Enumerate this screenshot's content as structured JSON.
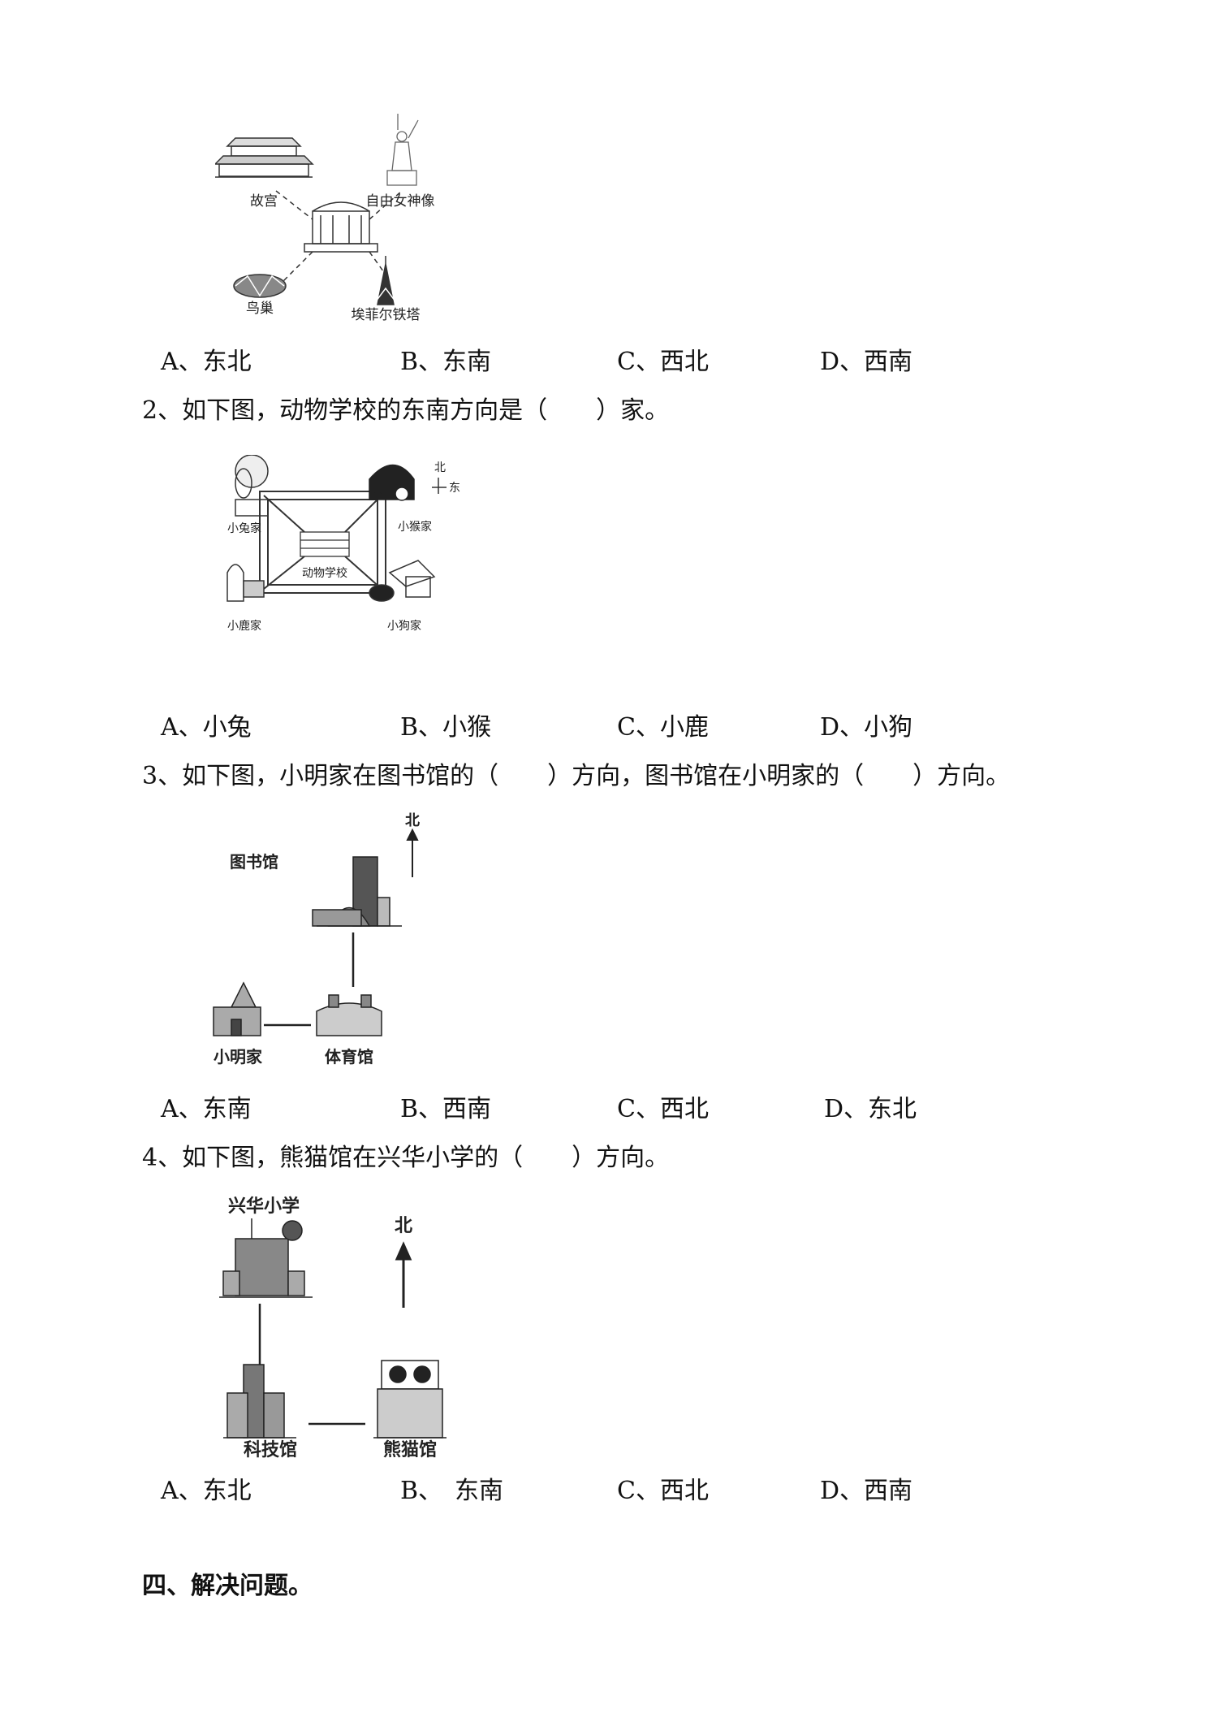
{
  "q1": {
    "figure": {
      "labels": [
        "故宫",
        "自由女神像",
        "鸟巢",
        "埃菲尔铁塔"
      ]
    },
    "options": [
      "A、东北",
      "B、东南",
      "C、西北",
      "D、西南"
    ]
  },
  "q2": {
    "question": "2、如下图，动物学校的东南方向是（　　）家。",
    "figure": {
      "compass_north": "北",
      "compass_east": "东",
      "labels": [
        "小兔家",
        "小猴家",
        "动物学校",
        "小鹿家",
        "小狗家"
      ]
    },
    "options": [
      "A、小兔",
      "B、小猴",
      "C、小鹿",
      "D、小狗"
    ]
  },
  "q3": {
    "question": "3、如下图，小明家在图书馆的（　　）方向，图书馆在小明家的（　　）方向。",
    "figure": {
      "north": "北",
      "labels": [
        "图书馆",
        "小明家",
        "体育馆"
      ]
    },
    "options": [
      "A、东南",
      "B、西南",
      "C、西北",
      "D、东北"
    ]
  },
  "q4": {
    "question": "4、如下图，熊猫馆在兴华小学的（　　）方向。",
    "figure": {
      "north": "北",
      "labels": [
        "兴华小学",
        "科技馆",
        "熊猫馆"
      ]
    },
    "options": [
      "A、东北",
      "B、　东南",
      "C、西北",
      "D、西南"
    ]
  },
  "section4": {
    "heading": "四、解决问题。"
  }
}
